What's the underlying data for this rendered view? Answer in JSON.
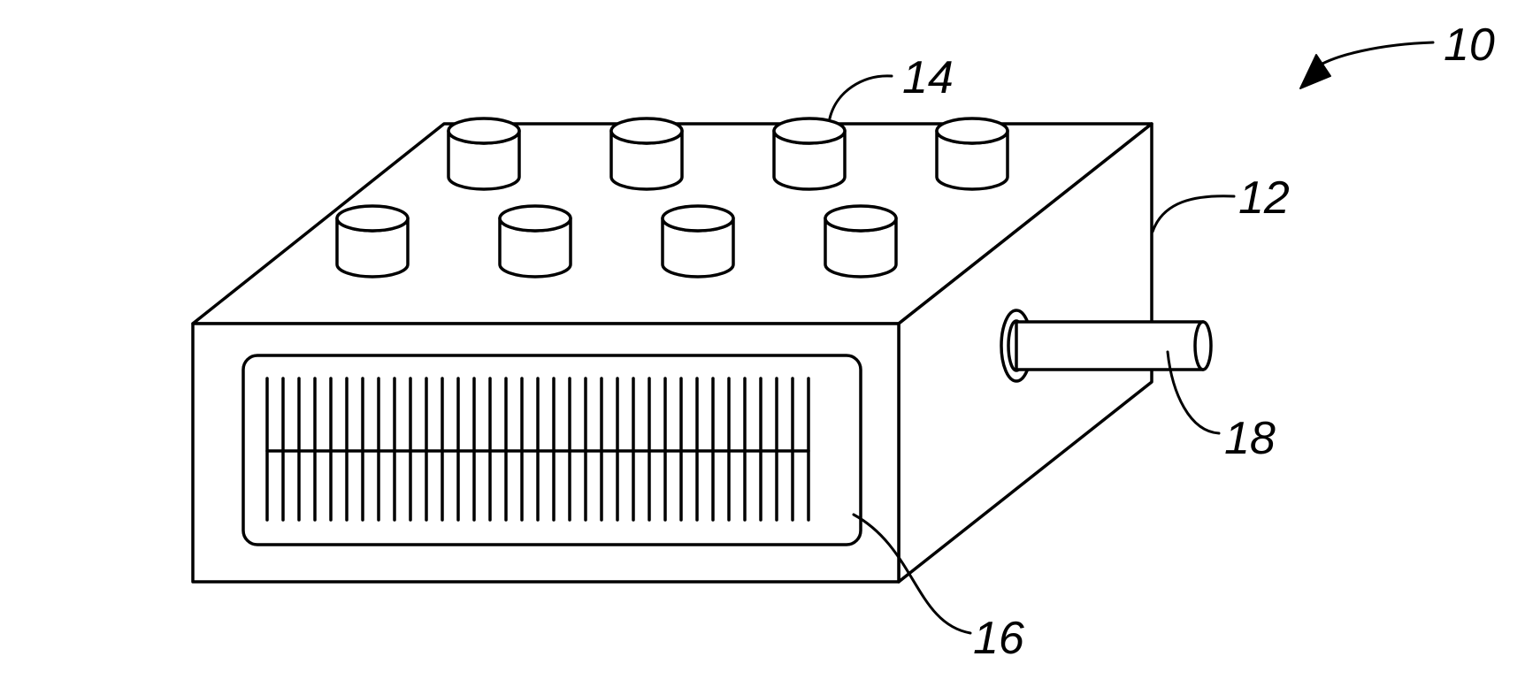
{
  "figure": {
    "labels": {
      "device": "10",
      "housing": "12",
      "knob": "14",
      "display": "16",
      "connector": "18"
    },
    "knobs_per_row": 4,
    "knob_rows": 2,
    "display_tick_count": 35
  }
}
